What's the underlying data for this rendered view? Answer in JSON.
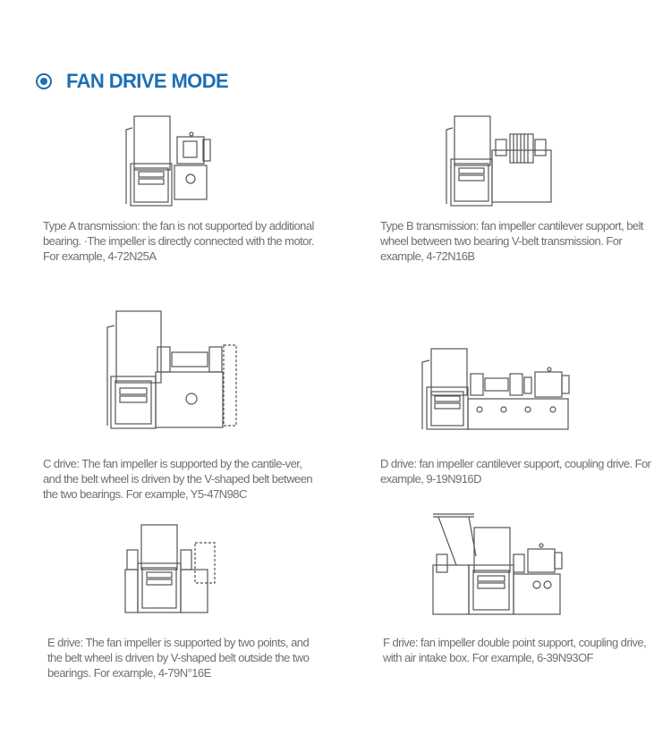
{
  "heading": {
    "title": "FAN DRIVE MODE",
    "icon": "radio-bullet-icon"
  },
  "modes": [
    {
      "name": "Type A",
      "description": "Type A transmission: the fan is not supported by additional bearing. ·The impeller is directly connected with the motor. For example, 4-72N25A"
    },
    {
      "name": "Type B",
      "description": "Type B transmission: fan impeller cantilever support, belt wheel between two bearing V-belt transmission. For example, 4-72N16B"
    },
    {
      "name": "C drive",
      "description": "C drive: The fan impeller is supported by the cantile-ver, and the belt wheel is driven by the V-shaped belt between the two bearings. For example, Y5-47N98C"
    },
    {
      "name": "D drive",
      "description": "D drive: fan impeller cantilever support, coupling drive. For example, 9-19N916D"
    },
    {
      "name": "E drive",
      "description": "E drive: The fan impeller is supported by two points, and the belt wheel is driven by V-shaped belt outside the two bearings. For example, 4-79N°16E"
    },
    {
      "name": "F drive",
      "description": "F drive: fan impeller double point support, coupling drive, with air intake box. For example, 6-39N93OF"
    }
  ]
}
